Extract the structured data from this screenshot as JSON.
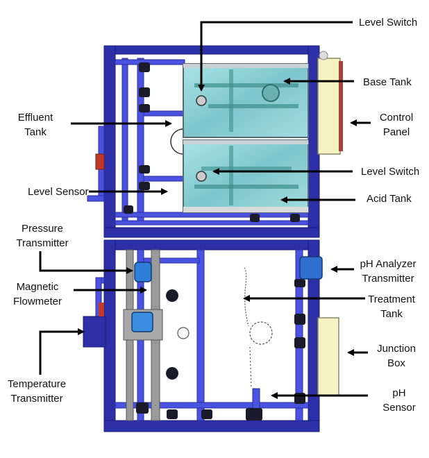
{
  "labels": {
    "level_switch_top": "Level Switch",
    "base_tank": "Base Tank",
    "effluent_tank": [
      "Effluent",
      "Tank"
    ],
    "control_panel": [
      "Control",
      "Panel"
    ],
    "level_switch_mid": "Level Switch",
    "level_sensor": "Level Sensor",
    "acid_tank": "Acid Tank",
    "pressure_transmitter": [
      "Pressure",
      "Transmitter"
    ],
    "ph_analyzer_transmitter": [
      "pH Analyzer",
      "Transmitter"
    ],
    "magnetic_flowmeter": [
      "Magnetic",
      "Flowmeter"
    ],
    "treatment_tank": [
      "Treatment",
      "Tank"
    ],
    "junction_box": [
      "Junction",
      "Box"
    ],
    "temperature_transmitter": [
      "Temperature",
      "Transmitter"
    ],
    "ph_sensor": [
      "pH",
      "Sensor"
    ]
  },
  "colors": {
    "frame": "#2d2fa6",
    "frame_dark": "#1a1c7a",
    "pipe": "#4a52e0",
    "tank_water": "#8fd3d6",
    "panel": "#f6f3c2",
    "stand": "#9a9a9a",
    "arrow": "#000000"
  }
}
